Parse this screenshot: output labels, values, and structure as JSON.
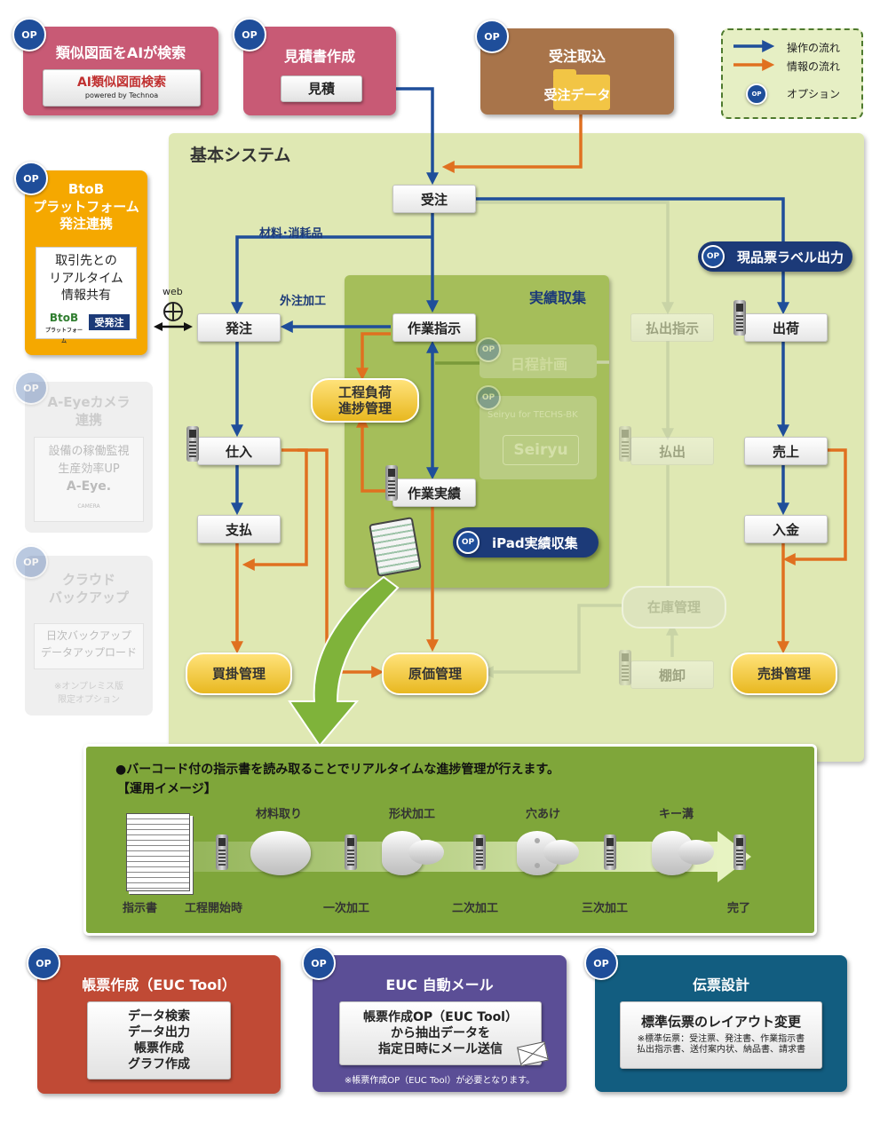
{
  "op_badge": "OP",
  "ai_search": {
    "title": "類似図面をAIが検索",
    "logo_text": "AI類似図面検索",
    "logo_sub": "powered by Technoa"
  },
  "estimate": {
    "title": "見積書作成",
    "button": "見積"
  },
  "order_import": {
    "title": "受注取込",
    "data_label": "受注データ"
  },
  "legend": {
    "op_flow": "操作の流れ",
    "info_flow": "情報の流れ",
    "option": "オプション"
  },
  "btob": {
    "title_lines": [
      "BtoB",
      "プラットフォーム",
      "発注連携"
    ],
    "body_lines": [
      "取引先との",
      "リアルタイム",
      "情報共有"
    ],
    "logo_text": "BtoB",
    "logo_sub": "プラットフォーム",
    "logo_badge": "受発注",
    "web_label": "web"
  },
  "aeye": {
    "title_lines": [
      "A-Eyeカメラ",
      "連携"
    ],
    "body_lines": [
      "設備の稼働監視",
      "生産効率UP"
    ],
    "logo_text": "A-Eye.",
    "logo_sub": "CAMERA"
  },
  "cloud": {
    "title_lines": [
      "クラウド",
      "バックアップ"
    ],
    "body_lines": [
      "日次バックアップ",
      "データアップロード"
    ],
    "note_lines": [
      "※オンプレミス版",
      "限定オプション"
    ]
  },
  "basic_system": {
    "title": "基本システム",
    "jisseki_title": "実績取集",
    "nodes": {
      "juchu": "受注",
      "hacchu": "発注",
      "sagyo_shiji": "作業指示",
      "shiire": "仕入",
      "shiharai": "支払",
      "sagyo_jisseki": "作業実績",
      "haraidashi_shiji": "払出指示",
      "haraidashi": "払出",
      "shukka": "出荷",
      "uriage": "売上",
      "nyukin": "入金"
    },
    "pills": {
      "koutei": [
        "工程負荷",
        "進捗管理"
      ],
      "kaikake": "買掛管理",
      "genka": "原価管理",
      "zaiko": "在庫管理",
      "tanaoroshi": "棚卸",
      "urikake": "売掛管理"
    },
    "labels": {
      "zairyo": "材料･消耗品",
      "gaichu": "外注加工"
    },
    "nittei": "日程計画",
    "seiryu_title": "Seiryu for TECHS-BK",
    "seiryu_logo": "Seiryu",
    "genpin_label": "現品票ラベル出力",
    "ipad_label": "iPad実績収集"
  },
  "image_panel": {
    "headline": "●バーコード付の指示書を読み取ることでリアルタイムな進捗管理が行えます。",
    "sub": "【運用イメージ】",
    "top_labels": [
      "材料取り",
      "形状加工",
      "穴あけ",
      "キー溝"
    ],
    "bottom_labels": [
      "指示書",
      "工程開始時",
      "一次加工",
      "二次加工",
      "三次加工",
      "完了"
    ]
  },
  "euc_tool": {
    "title": "帳票作成（EUC Tool）",
    "body_lines": [
      "データ検索",
      "データ出力",
      "帳票作成",
      "グラフ作成"
    ]
  },
  "euc_mail": {
    "title": "EUC 自動メール",
    "body_lines": [
      "帳票作成OP（EUC Tool）",
      "から抽出データを",
      "指定日時にメール送信"
    ],
    "note": "※帳票作成OP（EUC Tool）が必要となります。"
  },
  "denpyo": {
    "title": "伝票設計",
    "body_main": "標準伝票のレイアウト変更",
    "note_lines": [
      "※標準伝票：受注票、発注書、作業指示書",
      "払出指示書、送付案内状、納品書、請求書"
    ]
  },
  "colors": {
    "op_arrow": "#1f4e9a",
    "info_arrow": "#e07020",
    "basic_bg": "#dfe8b3",
    "jisseki_bg": "#a5be5a",
    "pink": "#c85a75",
    "brown": "#a8744a",
    "orange": "#f5a800",
    "panel_green": "#7fa63a",
    "red": "#c04a35",
    "purple": "#5b4e96",
    "teal": "#125d80"
  }
}
